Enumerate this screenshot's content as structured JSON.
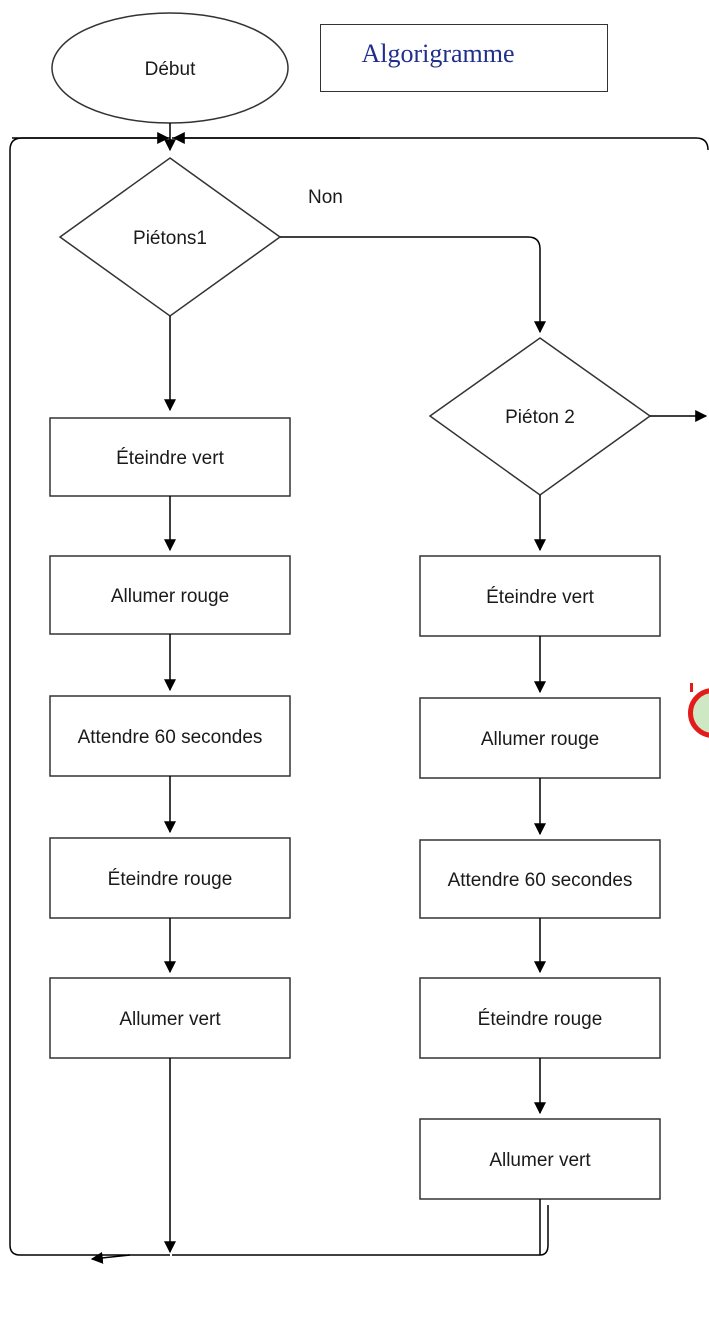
{
  "title": "Algorigramme",
  "start_label": "Début",
  "no_label": "Non",
  "left_branch": {
    "decision": "Piétons1",
    "steps": [
      "Éteindre vert",
      "Allumer rouge",
      "Attendre 60 secondes",
      "Éteindre rouge",
      "Allumer vert"
    ]
  },
  "right_branch": {
    "decision": "Piéton 2",
    "steps": [
      "Éteindre vert",
      "Allumer rouge",
      "Attendre 60 secondes",
      "Éteindre rouge",
      "Allumer vert"
    ]
  },
  "colors": {
    "title_text": "#1f2f8a",
    "line": "#000000",
    "marker_border": "#e21b1b",
    "marker_fill": "#cfe8c4"
  }
}
